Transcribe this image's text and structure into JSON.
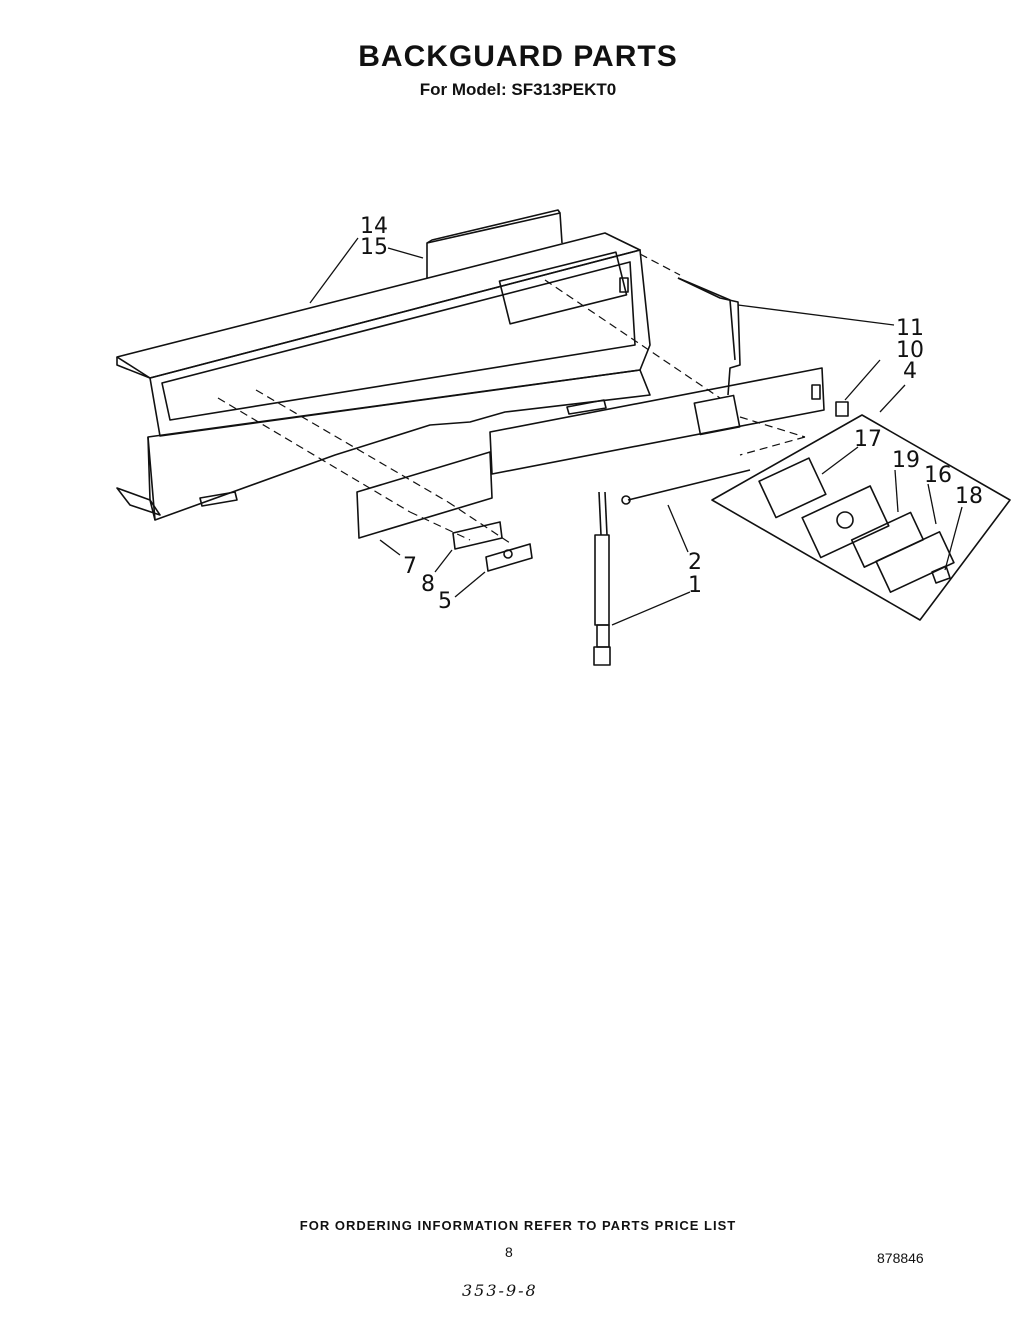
{
  "header": {
    "title": "BACKGUARD PARTS",
    "subtitle": "For Model: SF313PEKT0"
  },
  "callouts": {
    "c14": "14",
    "c15": "15",
    "c11": "11",
    "c10": "10",
    "c4": "4",
    "c17": "17",
    "c19": "19",
    "c16": "16",
    "c18": "18",
    "c7": "7",
    "c8": "8",
    "c5": "5",
    "c2": "2",
    "c1": "1"
  },
  "footer": {
    "ordering_note": "FOR ORDERING INFORMATION REFER TO PARTS PRICE LIST",
    "page_number": "8",
    "document_number": "878846",
    "handwritten_note": "353-9-8"
  }
}
